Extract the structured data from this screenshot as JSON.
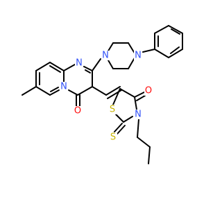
{
  "colors": {
    "bond": "#000000",
    "nitrogen": "#3050F8",
    "oxygen": "#FF0D0D",
    "sulfur": "#C8B400",
    "carbon": "#000000"
  },
  "atoms": {
    "n_pyrimidine": "N",
    "n_bridgehead": "N",
    "n_piperazine_1": "N",
    "n_piperazine_4": "N",
    "o_pyrimidinone": "O",
    "s_thiazolidine": "S",
    "n_thiazolidine": "N",
    "o_thiazolidinone": "O",
    "s_thioxo": "S"
  }
}
